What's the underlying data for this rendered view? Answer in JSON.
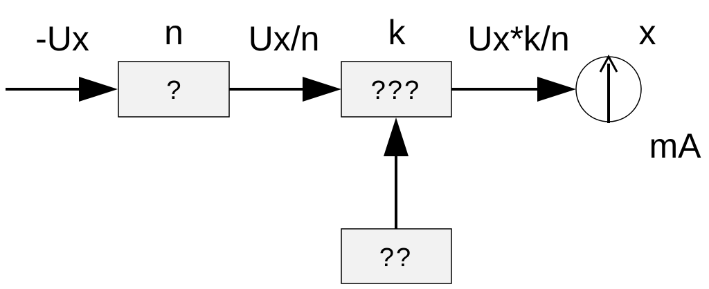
{
  "labels": {
    "input": "-Ux",
    "block1_param": "n",
    "signal1": "Ux/n",
    "block2_param": "k",
    "signal2": "Ux*k/n",
    "meter_symbol": "x",
    "meter_unit": "mA"
  },
  "blocks": {
    "block1": "?",
    "block2": "???",
    "block3": "??"
  },
  "colors": {
    "stroke": "#000000",
    "box_fill": "#f2f2f2",
    "background": "#ffffff"
  },
  "icons": {
    "meter": "ammeter-icon"
  }
}
